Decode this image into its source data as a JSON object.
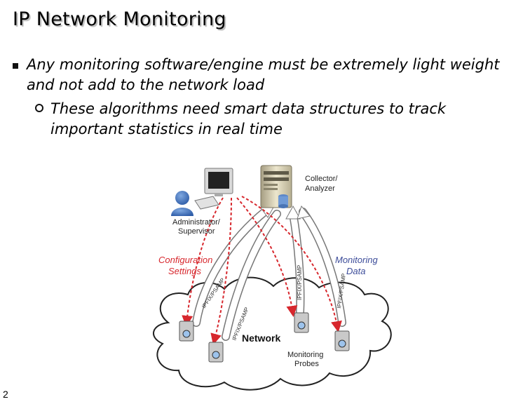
{
  "title": "IP Network Monitoring",
  "bullets": [
    {
      "text": "Any monitoring software/engine must be extremely light weight and not add to the network load",
      "sub": "These algorithms need smart data structures to track important statistics in real time"
    }
  ],
  "slide_number": "2",
  "diagram": {
    "collector_label": [
      "Collector/",
      "Analyzer"
    ],
    "admin_label": [
      "Administrator/",
      "Supervisor"
    ],
    "config_label": [
      "Configuration",
      "Settings"
    ],
    "monitoring_data_label": [
      "Monitoring",
      "Data"
    ],
    "network_label": "Network",
    "probes_label": [
      "Monitoring",
      "Probes"
    ],
    "protocol_label": "IPFIX/PSAMP",
    "colors": {
      "config_arrow": "#d7272d",
      "data_arrow": "#3d4d9a",
      "cloud": "#ffffff"
    }
  }
}
